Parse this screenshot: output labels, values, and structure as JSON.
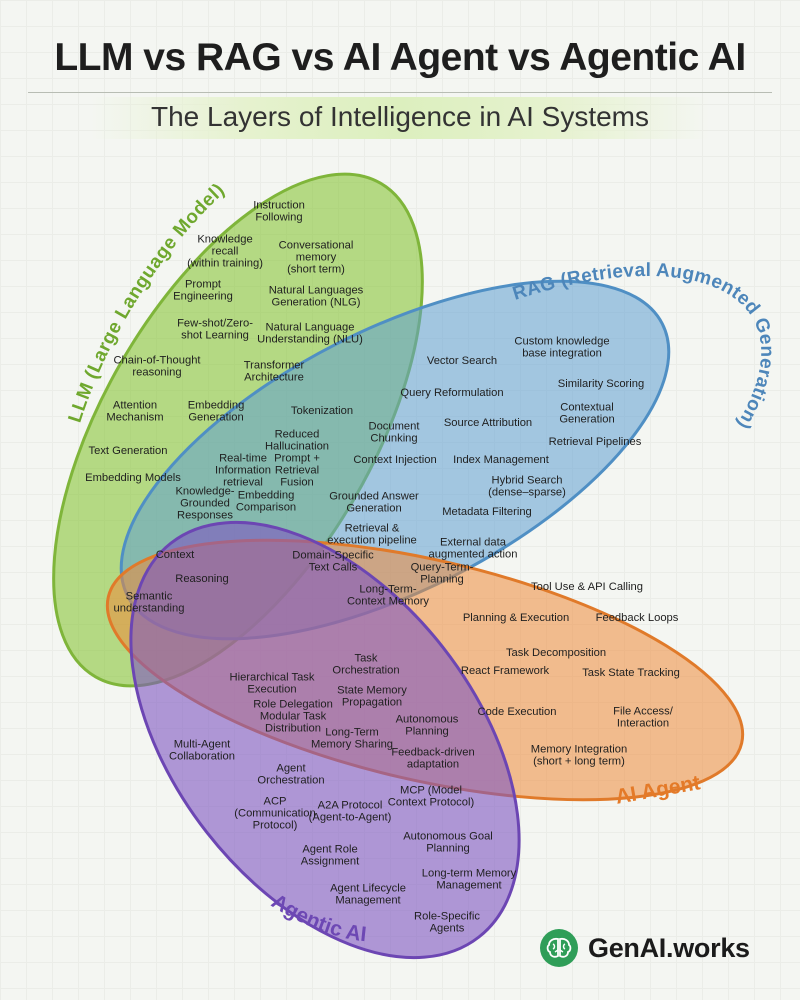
{
  "header": {
    "title": "LLM vs RAG vs AI Agent vs  Agentic AI",
    "subtitle": "The Layers of Intelligence in AI Systems"
  },
  "colors": {
    "llm": "#8cc63f",
    "rag": "#5f9fd1",
    "agent": "#ee8a3a",
    "agentic": "#7e57c2"
  },
  "labels": {
    "llm": "LLM (Large Language Model)",
    "rag": "RAG (Retrieval Augmented Generation)",
    "agent": "AI Agent",
    "agentic": "Agentic AI"
  },
  "items": [
    "Instruction\nFollowing",
    "Knowledge\nrecall\n(within training)",
    "Conversational\nmemory\n(short term)",
    "Prompt\nEngineering",
    "Natural Languages\nGeneration (NLG)",
    "Few-shot/Zero-\nshot Learning",
    "Natural Language\nUnderstanding (NLU)",
    "Chain-of-Thought\nreasoning",
    "Transformer\nArchitecture",
    "Attention\nMechanism",
    "Embedding\nGeneration",
    "Tokenization",
    "Text Generation",
    "Embedding Models",
    "Vector Search",
    "Custom knowledge\nbase integration",
    "Similarity Scoring",
    "Query Reformulation",
    "Contextual\nGeneration",
    "Document\nChunking",
    "Source Attribution",
    "Retrieval Pipelines",
    "Reduced\nHallucination",
    "Real-time\nInformation\nretrieval",
    "Prompt +\nRetrieval\nFusion",
    "Context Injection",
    "Index Management",
    "Hybrid Search\n(dense–sparse)",
    "Knowledge-\nGrounded\nResponses",
    "Embedding\nComparison",
    "Grounded Answer\nGeneration",
    "Metadata Filtering",
    "Retrieval &\nexecution pipeline",
    "External data\naugmented action",
    "Domain-Specific\nText Calls",
    "Query-Term-\nPlanning",
    "Long-Term-\nContext Memory",
    "Context",
    "Reasoning",
    "Semantic\nunderstanding",
    "Tool Use & API Calling",
    "Planning & Execution",
    "Feedback Loops",
    "Task Decomposition",
    "React Framework",
    "Task State Tracking",
    "Code Execution",
    "File Access/\nInteraction",
    "Memory Integration\n(short + long term)",
    "Task\nOrchestration",
    "Hierarchical Task\nExecution",
    "State Memory\nPropagation",
    "Role Delegation\nModular Task\nDistribution",
    "Autonomous\nPlanning",
    "Long-Term\nMemory Sharing",
    "Feedback-driven\nadaptation",
    "Multi-Agent\nCollaboration",
    "Agent\nOrchestration",
    "ACP\n(Communication\nProtocol)",
    "A2A Protocol\n(Agent-to-Agent)",
    "MCP (Model\nContext Protocol)",
    "Autonomous Goal\nPlanning",
    "Agent Role\nAssignment",
    "Long-term Memory\nManagement",
    "Agent Lifecycle\nManagement",
    "Role-Specific\nAgents"
  ],
  "footer": {
    "brand": "GenAI.works",
    "logo_icon": "brain-icon"
  }
}
